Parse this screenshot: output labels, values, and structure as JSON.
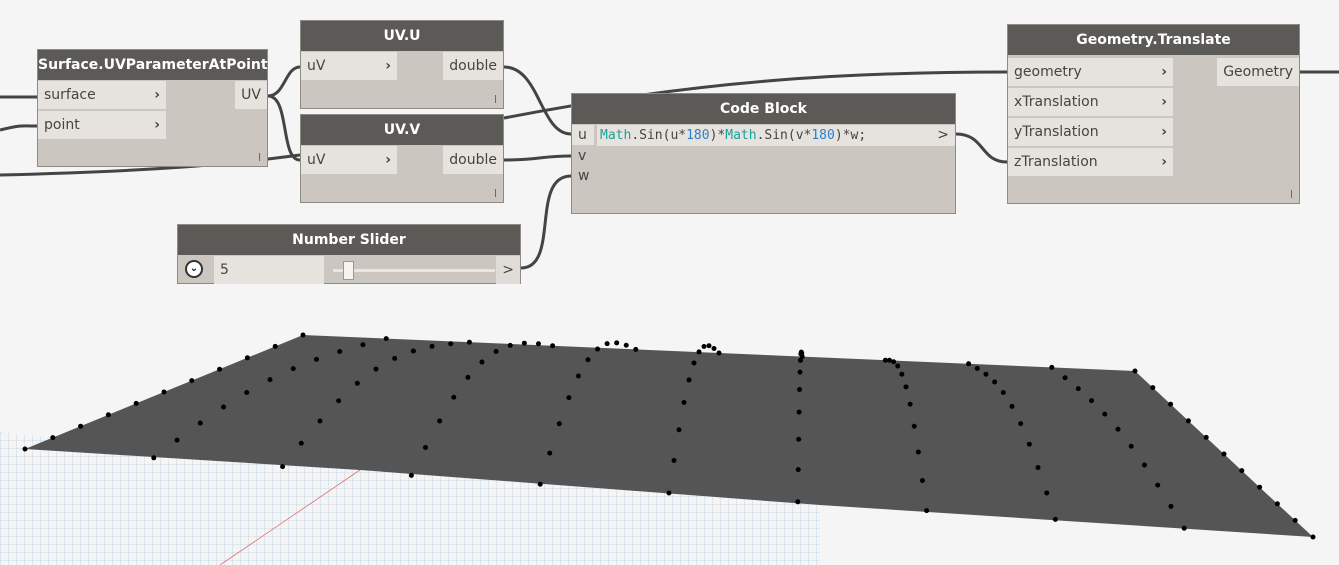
{
  "nodes": {
    "uvparam": {
      "title": "Surface.UVParameterAtPoint",
      "inputs": [
        "surface",
        "point"
      ],
      "output": "UV"
    },
    "uvu": {
      "title": "UV.U",
      "input": "uV",
      "output": "double"
    },
    "uvv": {
      "title": "UV.V",
      "input": "uV",
      "output": "double"
    },
    "code": {
      "title": "Code Block",
      "ports": [
        "u",
        "v",
        "w"
      ],
      "code": {
        "a": "Math",
        "b": ".Sin(u*",
        "c": "180",
        "d": ")*",
        "e": "Math",
        "f": ".Sin(v*",
        "g": "180",
        "h": ")*w;"
      },
      "output": ">"
    },
    "translate": {
      "title": "Geometry.Translate",
      "inputs": [
        "geometry",
        "xTranslation",
        "yTranslation",
        "zTranslation"
      ],
      "output": "Geometry"
    },
    "slider": {
      "title": "Number Slider",
      "value": "5",
      "slider_fraction": 0.15,
      "output": ">"
    }
  },
  "lacing_mark": "l",
  "chevron": "›"
}
